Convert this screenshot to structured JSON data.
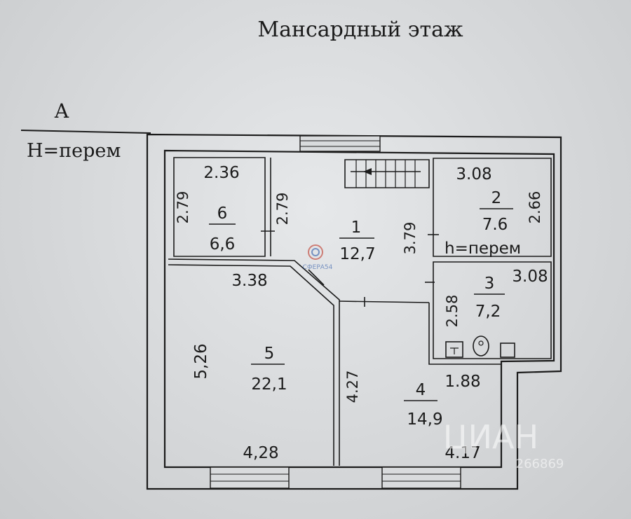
{
  "header": {
    "title": "Мансардный этаж",
    "axis_label": "А",
    "level_label": "Н=перем"
  },
  "rooms": [
    {
      "number": "6",
      "area": "6,6",
      "width": "2.36",
      "height": "2.79"
    },
    {
      "number": "1",
      "area": "12,7",
      "left_dim": "2.79",
      "right_dim": "3.79"
    },
    {
      "number": "2",
      "area": "7.6",
      "width": "3.08",
      "height": "2.66",
      "level": "h=перем"
    },
    {
      "number": "3",
      "area": "7,2",
      "width": "3.08",
      "height": "2.58"
    },
    {
      "number": "5",
      "area": "22,1",
      "width": "3.38",
      "height": "5,26",
      "bottom_dim": "4,28"
    },
    {
      "number": "4",
      "area": "14,9",
      "height": "4.27",
      "top_dim": "1.88",
      "bottom_dim": "4.17"
    }
  ],
  "watermarks": {
    "logo": "СФЕРА54",
    "brand": "ЦИАН",
    "id": "266869"
  }
}
